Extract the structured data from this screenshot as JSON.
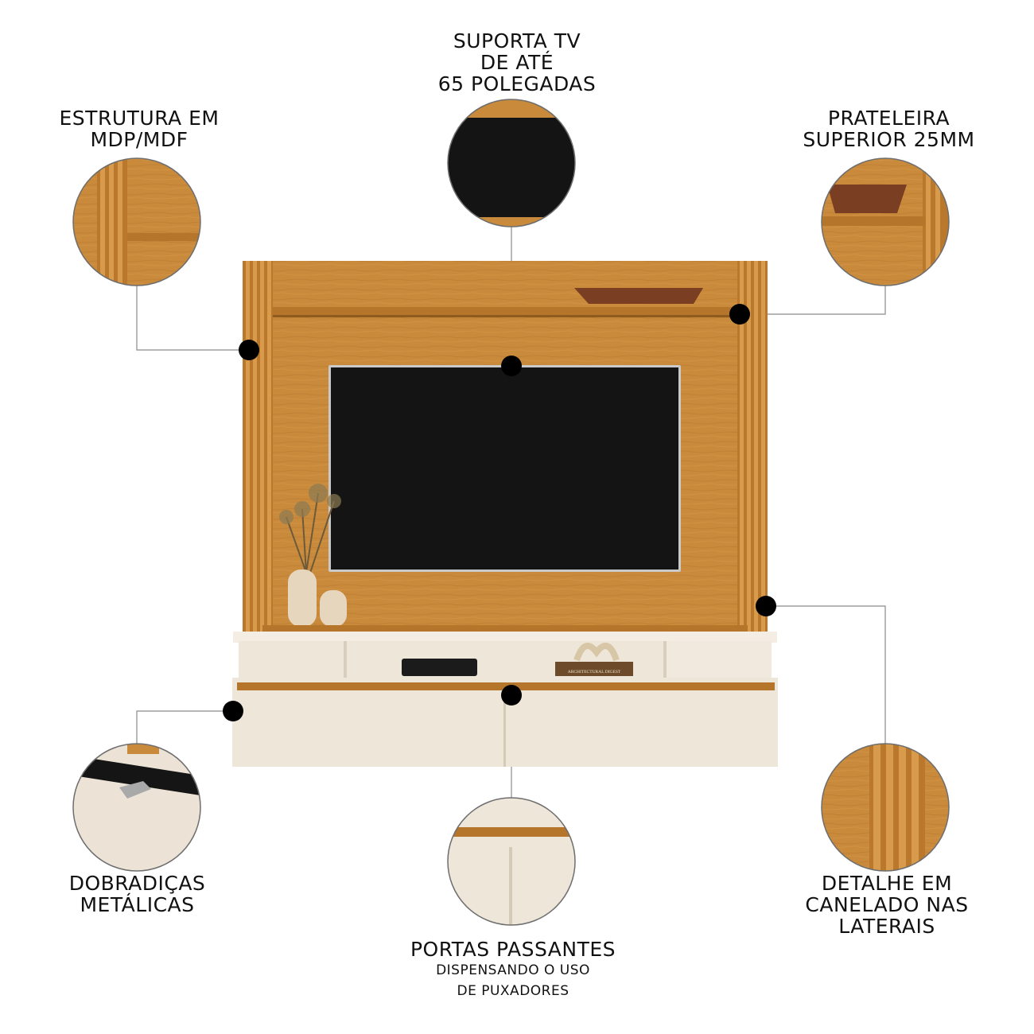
{
  "callouts": {
    "tv": {
      "lines": [
        "SUPORTA TV",
        "DE ATÉ",
        "65 POLEGADAS"
      ]
    },
    "estrutura": {
      "lines": [
        "ESTRUTURA EM",
        "MDP/MDF"
      ]
    },
    "prateleira": {
      "lines": [
        "PRATELEIRA",
        "SUPERIOR 25MM"
      ]
    },
    "dobradicas": {
      "lines": [
        "DOBRADIÇAS",
        "METÁLICAS"
      ]
    },
    "portas": {
      "title": "PORTAS PASSANTES",
      "subtitle": [
        "DISPENSANDO O USO",
        "DE PUXADORES"
      ]
    },
    "detalhe": {
      "lines": [
        "DETALHE EM",
        "CANELADO NAS",
        "LATERAIS"
      ]
    }
  },
  "book_spine_text": "ARCHITECTURAL DIGEST",
  "colors": {
    "wood": "#C98A3C",
    "wood_dark": "#A86B24",
    "cream": "#EFE6DA",
    "tv_screen": "#141414",
    "marker": "#000000",
    "leader_line": "#8a8a8a"
  }
}
